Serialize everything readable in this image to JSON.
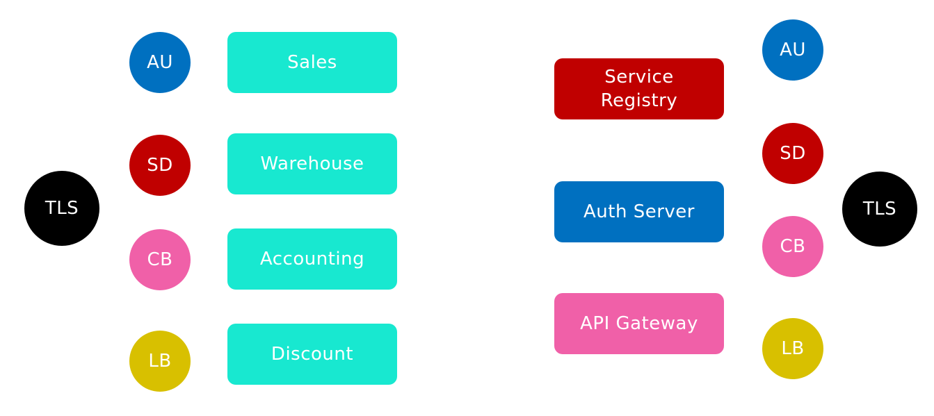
{
  "colors": {
    "teal": "#18e8d0",
    "blue": "#0070c0",
    "red": "#c00000",
    "pink": "#f060a8",
    "yellow": "#d8c000",
    "black": "#000000"
  },
  "left": {
    "tls": "TLS",
    "badges": [
      "AU",
      "SD",
      "CB",
      "LB"
    ],
    "services": [
      "Sales",
      "Warehouse",
      "Accounting",
      "Discount"
    ]
  },
  "right": {
    "tls": "TLS",
    "badges": [
      "AU",
      "SD",
      "CB",
      "LB"
    ],
    "components": [
      "Service\nRegistry",
      "Auth Server",
      "API Gateway"
    ]
  }
}
